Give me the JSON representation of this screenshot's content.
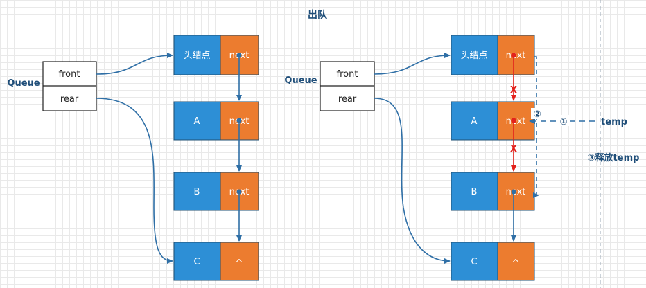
{
  "title": "出队",
  "queue": {
    "label": "Queue",
    "front": "front",
    "rear": "rear"
  },
  "nodes": {
    "head": "头结点",
    "a": "A",
    "b": "B",
    "c": "C",
    "next": "next",
    "null": "^"
  },
  "annotations": {
    "step1": "①",
    "step2": "②",
    "step3": "③释放temp",
    "temp": "temp",
    "cross": "X"
  },
  "colors": {
    "data_cell": "#2d8fd6",
    "next_cell": "#ec7c2f",
    "arrow": "#2f6fa6",
    "cut_arrow": "#e3221c",
    "dashed": "#2f6fa6"
  }
}
